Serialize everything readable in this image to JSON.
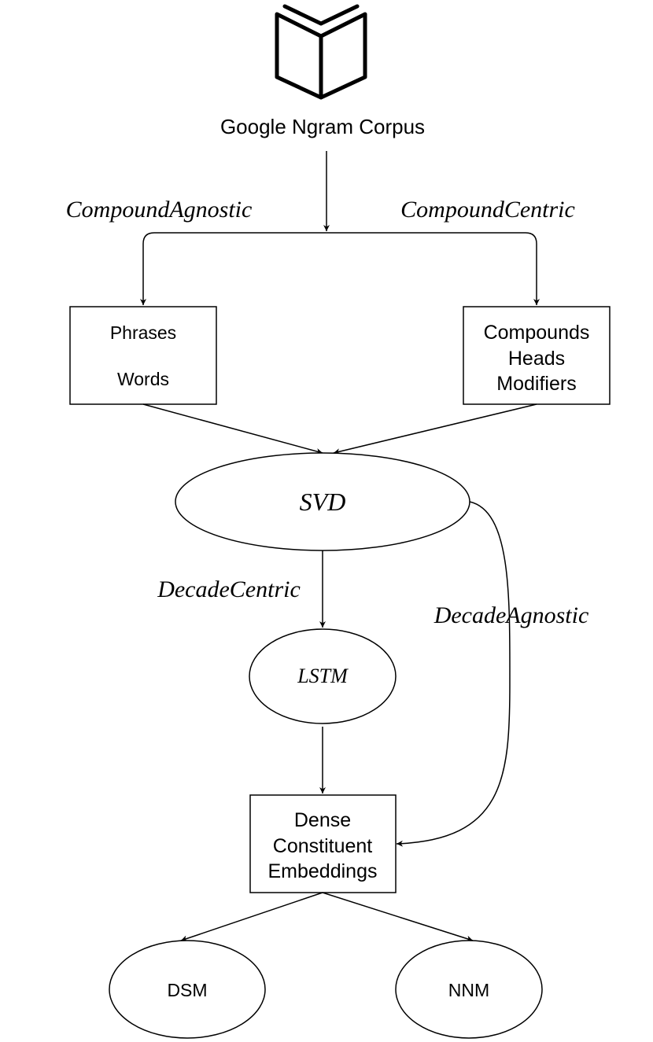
{
  "corpus": {
    "label": "Google Ngram Corpus",
    "icon": "open-book-icon"
  },
  "branches": {
    "left": "CompoundAgnostic",
    "right": "CompoundCentric"
  },
  "nodes": {
    "agnostic_box": {
      "line1": "Phrases",
      "line2": "Words"
    },
    "centric_box": {
      "line1": "Compounds",
      "line2": "Heads",
      "line3": "Modifiers"
    },
    "svd": "SVD",
    "lstm": "LSTM",
    "embeddings": {
      "line1": "Dense",
      "line2": "Constituent",
      "line3": "Embeddings"
    },
    "dsm": "DSM",
    "nnm": "NNM"
  },
  "edges": {
    "decade_centric": "DecadeCentric",
    "decade_agnostic": "DecadeAgnostic"
  }
}
